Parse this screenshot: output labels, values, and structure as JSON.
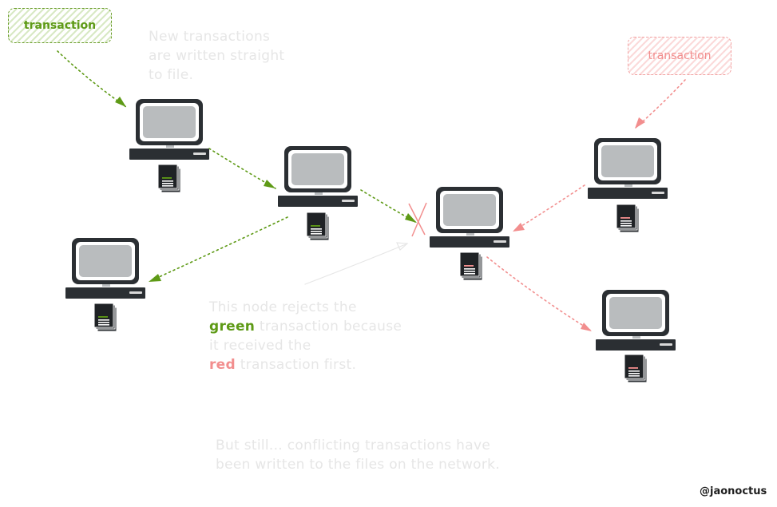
{
  "transactions": {
    "green_label": "transaction",
    "red_label": "transaction"
  },
  "notes": {
    "top": [
      "New transactions",
      "are written straight",
      "to file."
    ],
    "middle": {
      "line1": "This node rejects the",
      "line2_highlight": "green",
      "line2_rest": " transaction because",
      "line3": "it received the",
      "line4_highlight": "red",
      "line4_rest": " transaction first."
    },
    "bottom": [
      "But still... conflicting transactions have",
      "been written to the files on the network."
    ]
  },
  "credit": "@jaonoctus",
  "colors": {
    "green": "#5e9a16",
    "red": "#f28e8e",
    "computer_dark": "#2b2f33",
    "screen": "#b9bcbe",
    "note_text": "#e6e6e6"
  }
}
